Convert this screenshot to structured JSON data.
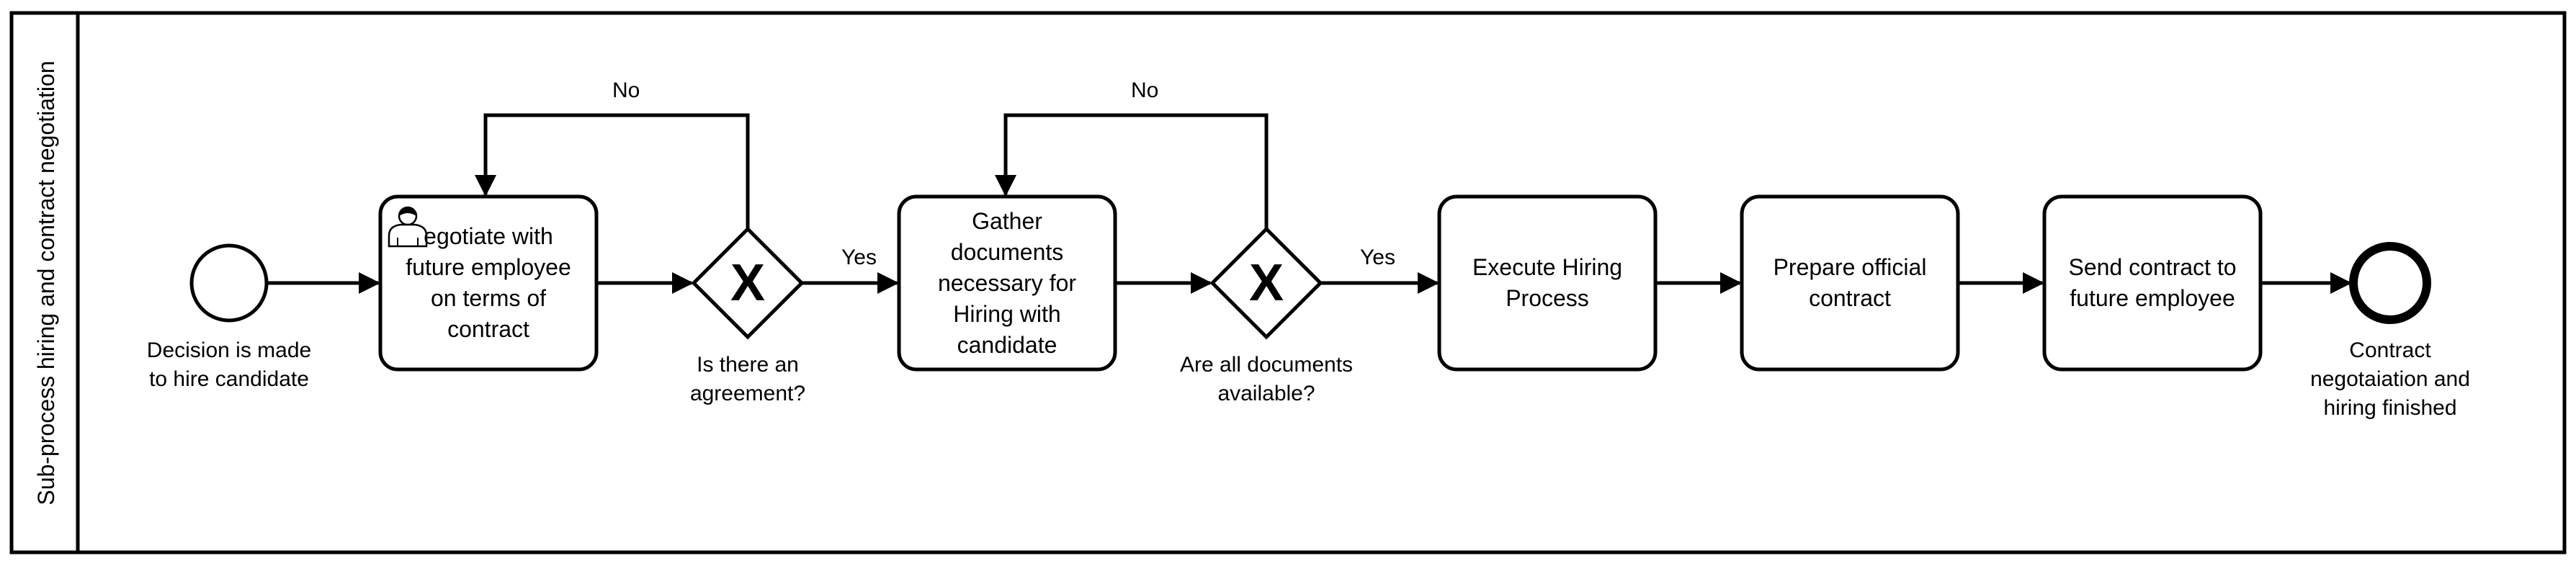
{
  "pool": {
    "label": "Sub-process hiring and contract negotiation"
  },
  "events": {
    "start": {
      "label": "Decision is made\nto hire candidate"
    },
    "end": {
      "label": "Contract\nnegotaiation and\nhiring finished"
    }
  },
  "tasks": [
    {
      "id": "negotiate",
      "label": "egotiate with\nfuture employee\non terms of\ncontract",
      "type": "user",
      "icon": "user-icon"
    },
    {
      "id": "gather",
      "label": "Gather\ndocuments\nnecessary for\nHiring with\ncandidate"
    },
    {
      "id": "execute",
      "label": "Execute Hiring\nProcess"
    },
    {
      "id": "prepare",
      "label": "Prepare official\ncontract"
    },
    {
      "id": "send",
      "label": "Send contract to\nfuture employee"
    }
  ],
  "gateways": [
    {
      "id": "agreement",
      "label": "Is there an\nagreement?",
      "marker": "X",
      "type": "exclusive"
    },
    {
      "id": "documents",
      "label": "Are all documents\navailable?",
      "marker": "X",
      "type": "exclusive"
    }
  ],
  "edges": {
    "agreement_no": "No",
    "agreement_yes": "Yes",
    "documents_no": "No",
    "documents_yes": "Yes"
  },
  "colors": {
    "stroke": "#000000",
    "fill": "#ffffff",
    "text": "#000000"
  }
}
